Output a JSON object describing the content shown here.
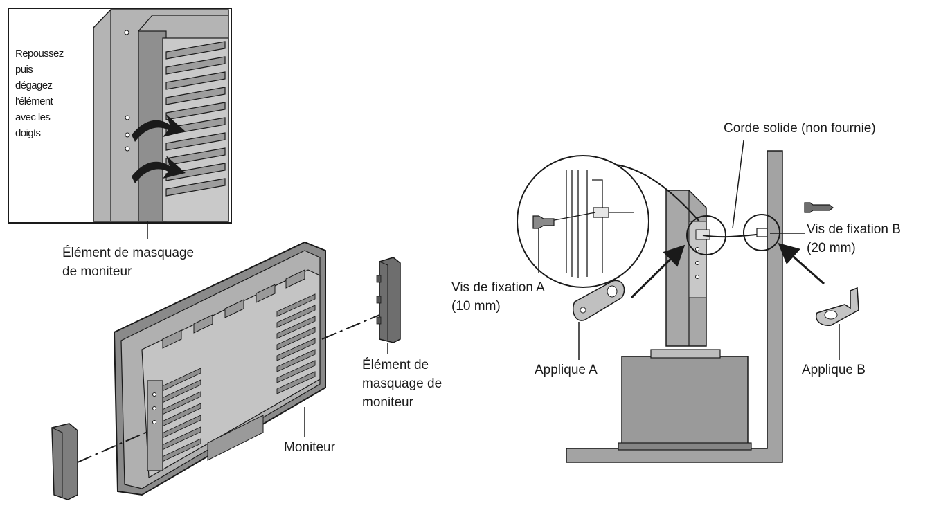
{
  "inset_note_lines": [
    "Repoussez",
    "puis",
    "dégagez",
    "l'élément",
    "avec les",
    "doigts"
  ],
  "labels": {
    "element_masquage_inset": "Élément de masquage\nde moniteur",
    "element_masquage_side": "Élément de\nmasquage de\nmoniteur",
    "moniteur": "Moniteur",
    "corde": "Corde solide (non fournie)",
    "vis_b": "Vis de fixation B\n(20 mm)",
    "vis_a": "Vis de fixation A\n(10 mm)",
    "applique_a": "Applique A",
    "applique_b": "Applique B"
  },
  "colors": {
    "line": "#1a1a1a",
    "panel": "#9a9a9a",
    "panel_light": "#c8c8c8",
    "panel_dark": "#6e6e6e",
    "floor": "#a3a3a3"
  }
}
